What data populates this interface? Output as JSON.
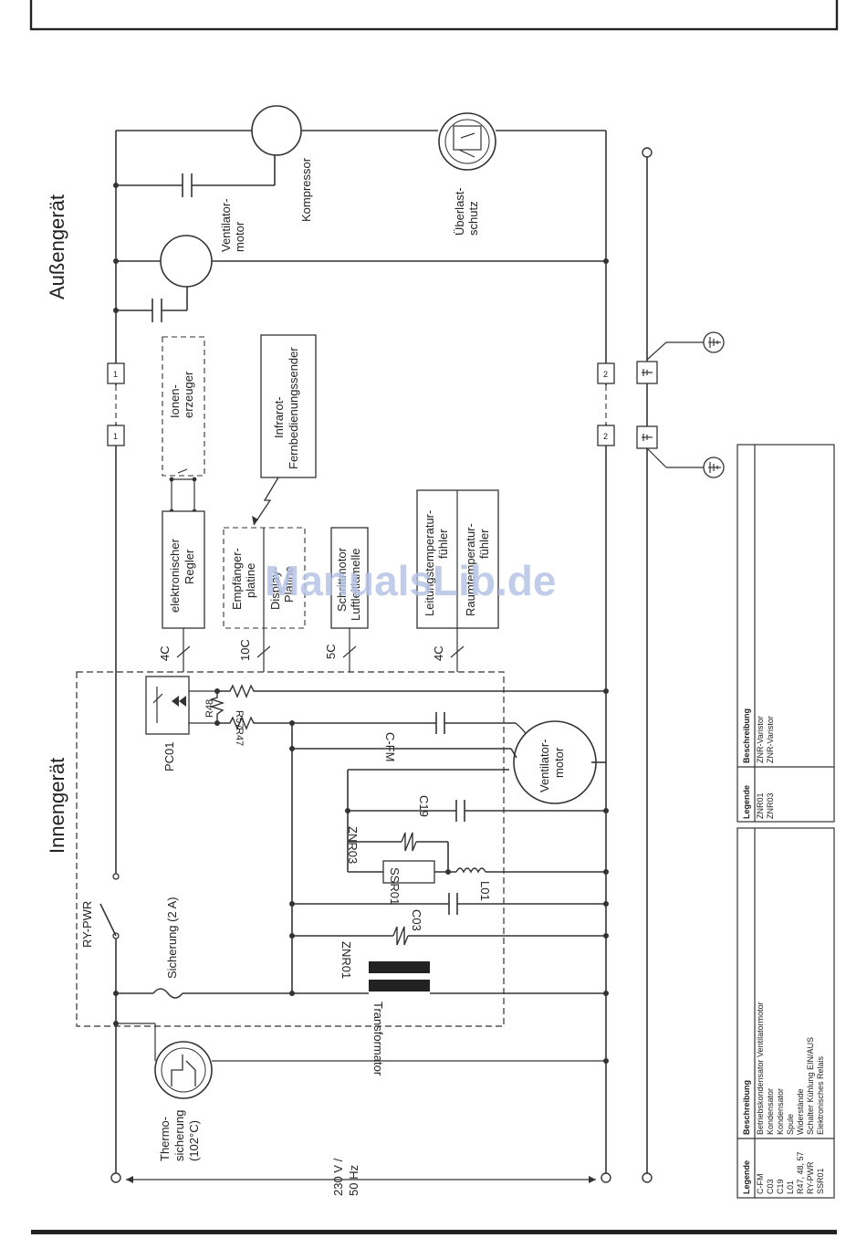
{
  "sections": {
    "outdoor": "Außengerät",
    "indoor": "Innengerät"
  },
  "watermark": "ManualsLib.de",
  "components": {
    "compressor": "Kompressor",
    "overload_1": "Überlast-",
    "overload_2": "schutz",
    "outdoor_fan_1": "Ventilator-",
    "outdoor_fan_2": "motor",
    "ionizer_1": "Ionen-",
    "ionizer_2": "erzeuger",
    "remote_1": "Infrarot-",
    "remote_2": "Fernbedienungssender",
    "controller_1": "elektronischer",
    "controller_2": "Regler",
    "receiver_1": "Empfänger-",
    "receiver_2": "platine",
    "display_1": "Display-",
    "display_2": "Platine",
    "louver_1": "Schrittmotor",
    "louver_2": "Luftleitlamelle",
    "pipe_sensor_1": "Leitungstemperatur-",
    "pipe_sensor_2": "fühler",
    "room_sensor_1": "Raumtemperatur-",
    "room_sensor_2": "fühler",
    "pc01": "PC01",
    "r48": "R48",
    "r57": "R57",
    "r47": "R47",
    "cfm": "C-FM",
    "indoor_fan_1": "Ventilator-",
    "indoor_fan_2": "motor",
    "c19": "C19",
    "znr03": "ZNR03",
    "ssr01": "SSR01",
    "l01": "L01",
    "c03": "C03",
    "znr01": "ZNR01",
    "transformer": "Transformator",
    "relay": "RY-PWR",
    "fuse": "Sicherung (2 A)",
    "thermo_1": "Thermo-",
    "thermo_2": "sicherung",
    "thermo_3": "(102°C)",
    "supply_1": "230 V /",
    "supply_2": "50 Hz",
    "terminal_1": "1",
    "terminal_2": "2",
    "conn_4c_a": "4C",
    "conn_10c": "10C",
    "conn_5c": "5C",
    "conn_4c_b": "4C"
  },
  "legend_main": {
    "header_legend": "Legende",
    "header_desc": "Beschreibung",
    "rows": [
      {
        "code": "C-FM",
        "desc": "Betriebskondensator Ventilatormotor"
      },
      {
        "code": "C03",
        "desc": "Kondensator"
      },
      {
        "code": "C19",
        "desc": "Kondensator"
      },
      {
        "code": "L01",
        "desc": "Spule"
      },
      {
        "code": "R47, 48, 57",
        "desc": "Widerstände"
      },
      {
        "code": "RY-PWR",
        "desc": "Schalter Kühlung EIN/AUS"
      },
      {
        "code": "SSR01",
        "desc": "Elektronisches Relais"
      }
    ]
  },
  "legend_small": {
    "header_legend": "Legende",
    "header_desc": "Beschreibung",
    "rows": [
      {
        "code": "ZNR01",
        "desc": "ZNR-Varistor"
      },
      {
        "code": "ZNR03",
        "desc": "ZNR-Varistor"
      }
    ]
  }
}
